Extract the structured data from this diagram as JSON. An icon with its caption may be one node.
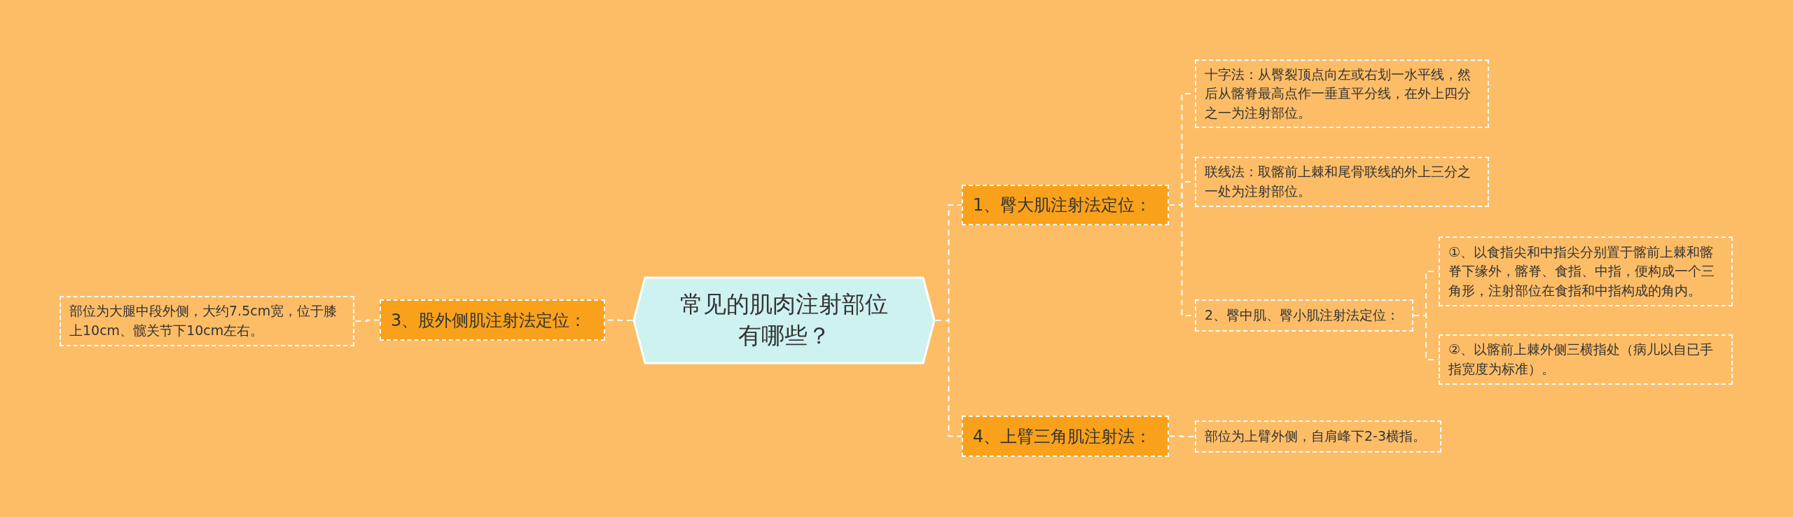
{
  "diagram": {
    "nodes": [
      {
        "text": [
          "常见的肌肉注射部位有哪些？"
        ]
      },
      {
        "text": [
          "1、臀大肌注射法定位："
        ]
      },
      {
        "text": [
          "十字法：从臀裂顶点向左或右划一水平线，然后从髂脊最高点作一垂直平分线，在外上四分之一为注射部位。"
        ]
      },
      {
        "text": [
          "联线法：取髂前上棘和尾骨联线的外上三分之一处为注射部位。"
        ]
      },
      {
        "text": [
          "2、臀中肌、臀小肌注射法定位："
        ]
      },
      {
        "text": [
          "①、以食指尖和中指尖分别置于髂前上棘和髂脊下缘外，髂脊、食指、中指，便构成一个三角形，注射部位在食指和中指构成的角内。"
        ]
      },
      {
        "text": [
          "②、以髂前上棘外侧三横指处（病儿以自已手指宽度为标准）。"
        ]
      },
      {
        "text": [
          "4、上臂三角肌注射法："
        ]
      },
      {
        "text": [
          "部位为上臂外侧，自肩峰下2-3横指。"
        ]
      },
      {
        "text": [
          "3、股外侧肌注射法定位："
        ]
      },
      {
        "text": [
          "部位为大腿中段外侧，大约7.5cm宽，位于膝上10cm、髋关节下10cm左右。"
        ]
      }
    ],
    "edges": [
      {
        "from": 0,
        "to": 1,
        "arrow": "none",
        "style": "dashed"
      },
      {
        "from": 1,
        "to": 2,
        "arrow": "none",
        "style": "dashed"
      },
      {
        "from": 1,
        "to": 3,
        "arrow": "none",
        "style": "dashed"
      },
      {
        "from": 1,
        "to": 4,
        "arrow": "none",
        "style": "dashed"
      },
      {
        "from": 4,
        "to": 5,
        "arrow": "none",
        "style": "dashed"
      },
      {
        "from": 4,
        "to": 6,
        "arrow": "none",
        "style": "dashed"
      },
      {
        "from": 0,
        "to": 7,
        "arrow": "none",
        "style": "dashed"
      },
      {
        "from": 7,
        "to": 8,
        "arrow": "none",
        "style": "dashed"
      },
      {
        "from": 0,
        "to": 9,
        "arrow": "none",
        "style": "dashed"
      },
      {
        "from": 9,
        "to": 10,
        "arrow": "none",
        "style": "dashed"
      }
    ]
  }
}
